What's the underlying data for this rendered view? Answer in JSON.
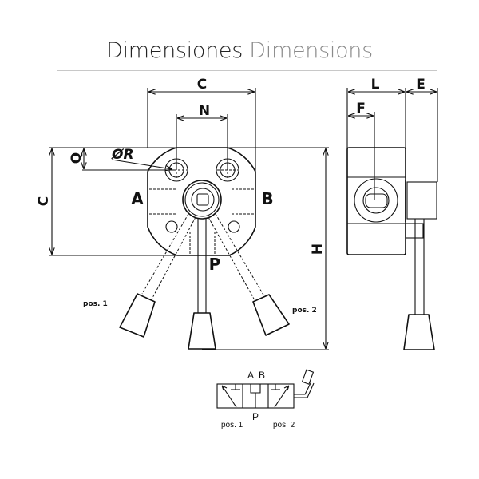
{
  "header": {
    "title_es": "Dimensiones",
    "title_en": "Dimensions"
  },
  "front_view": {
    "dim_c_top": "C",
    "dim_n": "N",
    "dim_q": "Q",
    "dim_r": "ØR",
    "dim_c_left": "C",
    "dim_h": "H",
    "port_a": "A",
    "port_b": "B",
    "port_p": "P",
    "pos1": "pos. 1",
    "pos2": "pos. 2"
  },
  "side_view": {
    "dim_l": "L",
    "dim_e": "E",
    "dim_f": "F"
  },
  "symbol": {
    "a": "A",
    "b": "B",
    "p": "P",
    "pos1": "pos. 1",
    "pos2": "pos. 2"
  }
}
